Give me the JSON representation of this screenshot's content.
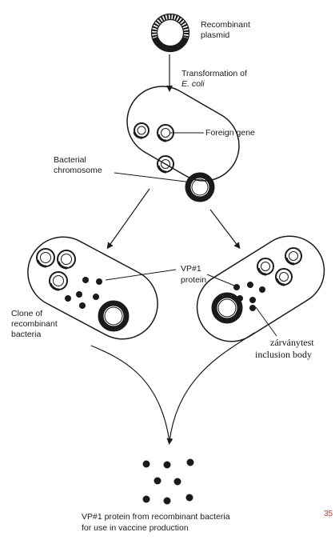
{
  "labels": {
    "recombinant_plasmid_1": "Recombinant",
    "recombinant_plasmid_2": "plasmid",
    "transformation_1": "Transformation of",
    "transformation_2": "E. coli",
    "foreign_gene": "Foreign gene",
    "bacterial_chromosome_1": "Bacterial",
    "bacterial_chromosome_2": "chromosome",
    "vp1_protein_1": "VP#1",
    "vp1_protein_2": "protein",
    "clone_1": "Clone of",
    "clone_2": "recombinant",
    "clone_3": "bacteria",
    "inclusion_hu": "zárványtest",
    "inclusion_en": "inclusion body",
    "bottom_1": "VP#1 protein from recombinant bacteria",
    "bottom_2": "for use in vaccine production",
    "page_number": "35"
  },
  "colors": {
    "ink": "#1a1a1a",
    "page_number": "#c0392b"
  }
}
